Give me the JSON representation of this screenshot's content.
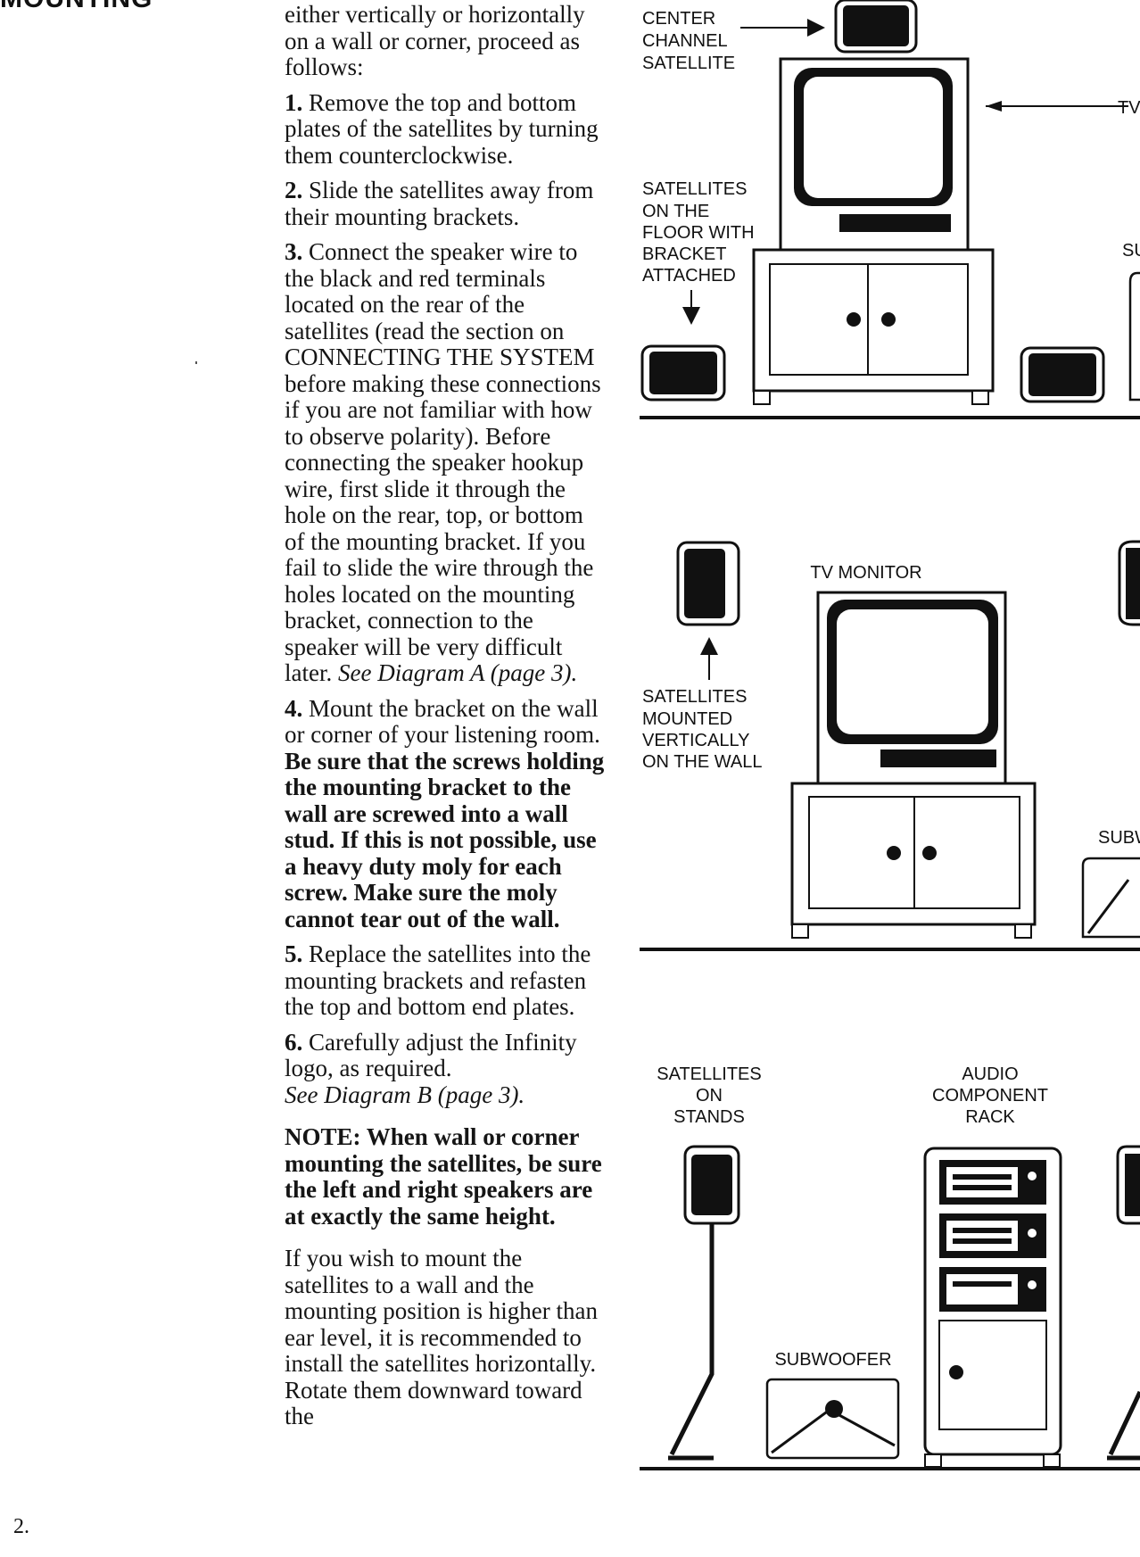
{
  "heading": "MOUNTING",
  "page_number": "2.",
  "intro": "either vertically or horizon­tally on a wall or corner, proceed as follows:",
  "steps": [
    {
      "num": "1.",
      "text": "Remove the top and bottom plates of the satellites by turn­ing them counterclockwise."
    },
    {
      "num": "2.",
      "text": "Slide the satellites away from their mounting brackets."
    },
    {
      "num": "3.",
      "text": "Connect the speaker wire to the black and red terminals located on the rear of the satellites (read the section on CONNECTING THE SYSTEM before making these connec­tions if you are not familiar with how to observe polarity). Before connecting the speaker hookup wire, first slide it through the hole on the rear, top, or bottom of the mount­ing bracket. If you fail to slide the wire through the holes located on the mounting bracket, connection to the speaker will be very difficult later.",
      "ref": "See Diagram A (page 3)."
    },
    {
      "num": "4.",
      "text": "Mount the bracket on the wall or corner of your listening room.",
      "bold": "Be sure that the screws holding the mounting bracket to the wall are screwed into a wall stud. If this is not possible, use a heavy duty moly for each screw. Make sure the moly cannot tear out of the wall."
    },
    {
      "num": "5.",
      "text": "Replace the satellites into the mounting brackets and refasten the top and bottom end plates."
    },
    {
      "num": "6.",
      "text": "Carefully adjust the Infinity logo, as required.",
      "ref": "See Diagram B (page 3)."
    }
  ],
  "note": "NOTE: When wall or corner mounting the satellites, be sure the left and right speakers are at exactly the same height.",
  "closing": "If you wish to mount the satellites to a wall and the mounting position is higher than ear level, it is recom­mended to install the satellites horizontally. Rotate them downward toward the",
  "diagram": {
    "label_center_channel": [
      "CENTER",
      "CHANNEL",
      "SATELLITE"
    ],
    "label_tv_top": "TV",
    "label_floor": [
      "SATELLITES",
      "ON THE",
      "FLOOR WITH",
      "BRACKET",
      "ATTACHED"
    ],
    "label_su": "SU",
    "label_tv_monitor": "TV MONITOR",
    "label_wall": [
      "SATELLITES",
      "MOUNTED",
      "VERTICALLY",
      "ON THE WALL"
    ],
    "label_subw": "SUBW",
    "label_stands": [
      "SATELLITES",
      "ON",
      "STANDS"
    ],
    "label_rack": [
      "AUDIO",
      "COMPONENT",
      "RACK"
    ],
    "label_subwoofer": "SUBWOOFER"
  }
}
